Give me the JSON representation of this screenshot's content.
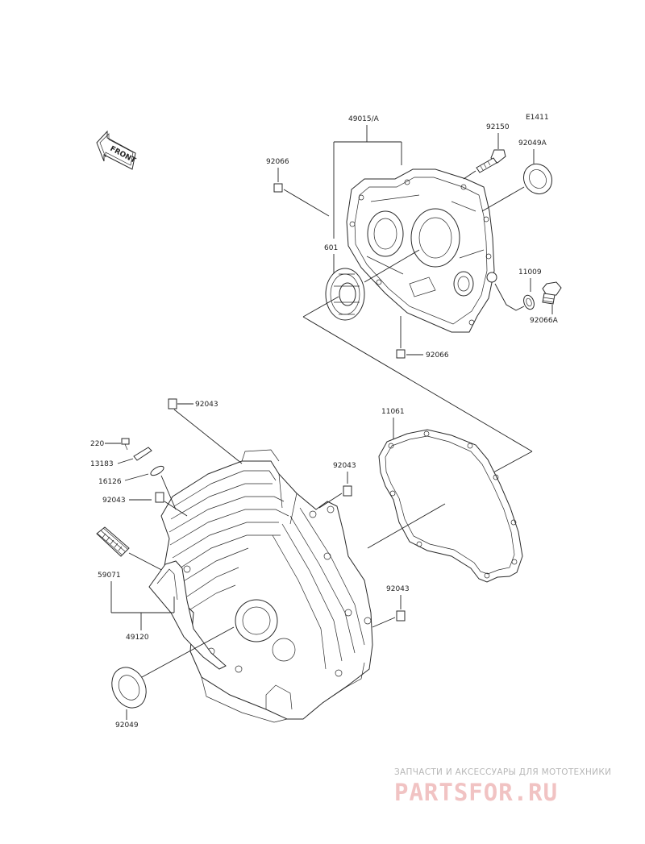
{
  "diagram": {
    "code": "E1411",
    "front_label": "FRONT",
    "parts": {
      "p49015A": "49015/A",
      "p92150": "92150",
      "p92049A": "92049A",
      "p92066_top": "92066",
      "p601": "601",
      "p11009": "11009",
      "p92066A": "92066A",
      "p92066_mid": "92066",
      "p92043_top": "92043",
      "p11061": "11061",
      "p220": "220",
      "p13183": "13183",
      "p16126": "16126",
      "p92043_left": "92043",
      "p92043_right": "92043",
      "p59071": "59071",
      "p92043_lower": "92043",
      "p49120": "49120",
      "p92049": "92049"
    }
  },
  "watermark": {
    "tagline": "ЗАПЧАСТИ И АКСЕССУАРЫ ДЛЯ МОТОТЕХНИКИ",
    "logo": "PARTSFOR.RU"
  }
}
